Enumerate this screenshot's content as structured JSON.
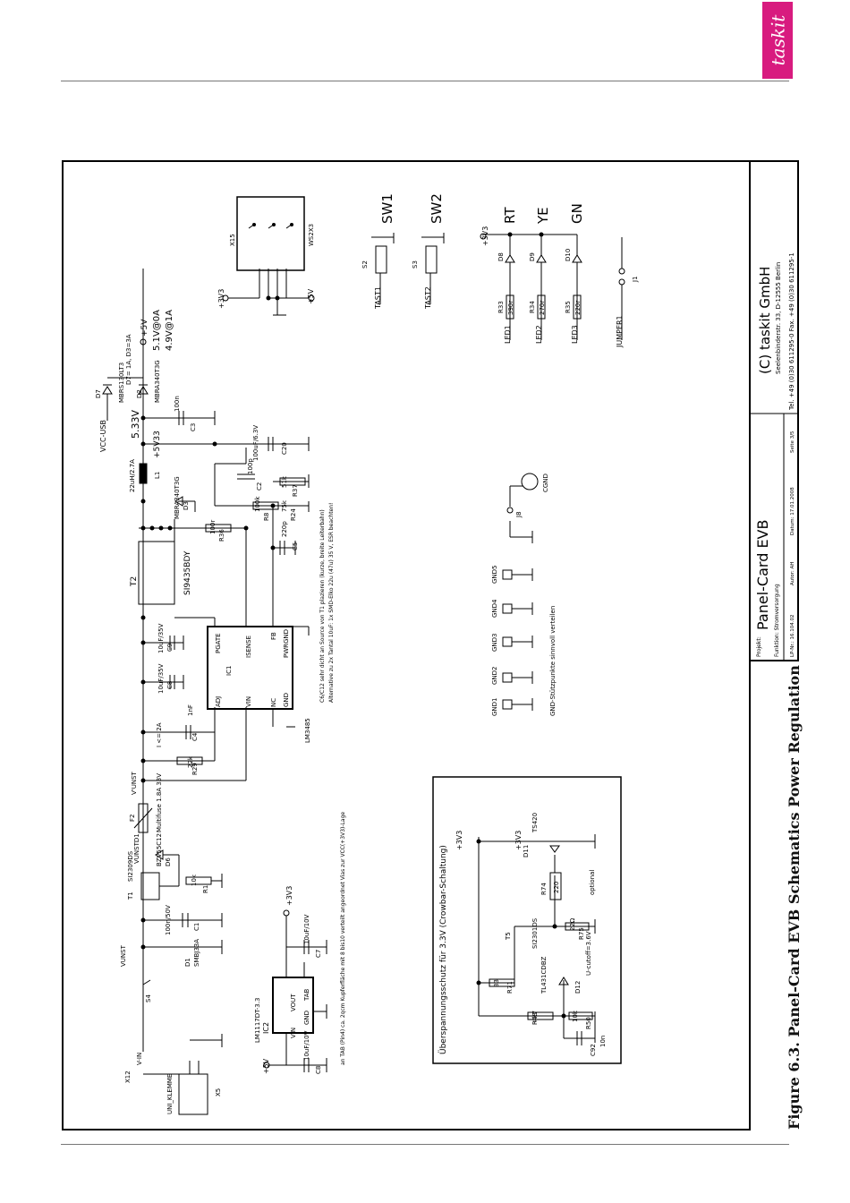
{
  "logo": {
    "text": "taskit"
  },
  "caption": "Figure 6.3. Panel-Card EVB Schematics Power Regulation",
  "title_block": {
    "projekt_label": "Projekt:",
    "projekt": "Panel-Card  EVB",
    "funktion": "Funktion: Stromversorgung",
    "lp_nr": "LP-Nr.: 16.104.02",
    "autor": "Autor: AH",
    "datum": "Datum: 17.01.2008",
    "seite": "Seite 3/5",
    "company": "(C)  taskit  GmbH",
    "address": "Seelenbinderstr. 33, D-12555  Berlin",
    "tel": "Tel. +49 (0)30 611295-0   Fax. +49 (0)30 611295-1"
  },
  "components": {
    "x12": "X12",
    "v_in": "V-IN",
    "uni_klemme": "UNI_KLEMME",
    "x5": "X5",
    "s4": "S4",
    "vunst": "VUNST",
    "d1": "D1",
    "d1_val": "SMBJ33A",
    "c1": "C1",
    "c1_val": "100n/50V",
    "t1": "T1",
    "t1_val": "SI2309DS",
    "r1": "R1",
    "r1_val": "10k",
    "d6": "D6",
    "d6_val": "BZV55C12",
    "vunstd1": "VUNSTD1",
    "f2": "F2",
    "f2_val": "Multifuse 1.8A 33V",
    "vunst2": "V'UNST",
    "r29": "R29",
    "r29_val": "22k",
    "c4": "C4",
    "c4_val": "1nF",
    "i_note": "I <= 2A",
    "c8": "C8",
    "c8_val": "10uF/35V",
    "c9": "C9",
    "c9_val": "10uF/35V",
    "ic1": "IC1",
    "ic1_type": "LM3485",
    "pin_adj": "ADJ",
    "pin_vin": "VIN",
    "pin_nc": "NC",
    "pin_gnd": "GND",
    "pin_pgate": "PGATE",
    "pin_isense": "ISENSE",
    "pin_fb": "FB",
    "pin_pwrgnd": "PWRGND",
    "t2": "T2",
    "t2_val": "SI9435BDY",
    "r36": "R36",
    "r36_val": "100r",
    "c5": "C5",
    "c5_val": "220p",
    "r8": "R8",
    "r8_val": "100k",
    "r24": "R24",
    "r24_val": "75k",
    "r37": "R37",
    "r37_val": "51k",
    "c2": "C2",
    "c2_val": "100p",
    "d3": "D3",
    "d3_val": "MBRA340T3G",
    "l1": "L1",
    "l1_val": "22uH/2.7A",
    "c20": "C20",
    "c20_val": "100uF/6.3V",
    "net_5v33": "+5V33",
    "v_533": "5.33V",
    "c3": "C3",
    "c3_val": "100n",
    "d7": "D7",
    "d7_val": "MBRS130LT3",
    "d2": "D2",
    "d2_val": "MBRA340T3G",
    "vcc_usb": "VCC-USB",
    "d_note": "D7= 1A, D3=3A",
    "net_5v": "+5V",
    "v_5_1": "5.1V@0A",
    "v_4_9": "4.9V@1A",
    "note_c6": "C6/C12 sehr dicht an Source von T1 plazieren (kurze, breite Leiterbahn)",
    "note_c6_2": "Alternative zu 2x Tantal 10uF: 1x SMD-Elko 22u (47u) 35 V, ESR beachten!",
    "ic2": "IC2",
    "ic2_type": "LM1117DT-3.3",
    "pin_vout": "VOUT",
    "pin_tab": "TAB",
    "net_p5v": "+5V",
    "net_p3v3": "+3V3",
    "c8b": "C8",
    "c8b_val": "10uF/10V",
    "c7": "C7",
    "c7_val": "10uF/10V",
    "note_tab": "an TAB (Pin4) ca. 2qcm Kupferfläche mit 8 bis10 verteilt angeordnet Vias zur VCC(+3V3)-Lage",
    "crowbar_title": "Überspannungsschutz  für  3.3V  (Crowbar-Schaltung)",
    "r71": "R71",
    "r71_val": "33",
    "r48": "R48",
    "r48_val": "4k7",
    "r50": "R50",
    "r50_val": "10k",
    "c92": "C92",
    "c92_val": "10n",
    "d12": "D12",
    "d12_val": "TL431CDBZ",
    "t5": "T5",
    "t5_val": "SI2301DS",
    "r75": "R75",
    "r75_val": "22Ω",
    "r74": "R74",
    "r74_val": "220",
    "d11": "D11",
    "d11_val": "TS420",
    "cutoff": "U-cutoff=3.6V",
    "optional": "optional",
    "gnd1": "GND1",
    "gnd2": "GND2",
    "gnd3": "GND3",
    "gnd4": "GND4",
    "gnd5": "GND5",
    "gnd_note": "GND-Stützpunkte sinnvoll verteilen",
    "j8": "J8",
    "cgnd": "CGND",
    "x15": "X15",
    "ws2x3": "WS2X3",
    "sw1": "SW1",
    "sw2": "SW2",
    "s2": "S2",
    "s3": "S3",
    "tast1": "TAST1",
    "tast2": "TAST2",
    "rt": "RT",
    "ye": "YE",
    "gn": "GN",
    "d8": "D8",
    "d9": "D9",
    "d10": "D10",
    "r33": "R33",
    "r33_val": "390r",
    "r34": "R34",
    "r34_val": "270r",
    "r35": "R35",
    "r35_val": "220r",
    "led1": "LED1",
    "led2": "LED2",
    "led3": "LED3",
    "jumper1": "JUMPER1",
    "j1": "J1"
  }
}
